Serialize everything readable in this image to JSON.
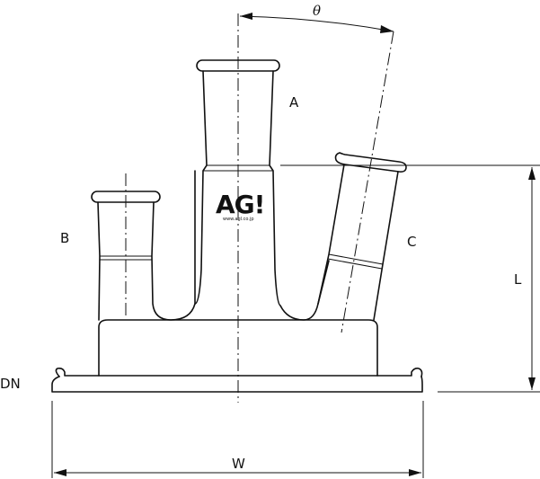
{
  "labels": {
    "theta": "θ",
    "a": "A",
    "b": "B",
    "c": "C",
    "l": "L",
    "dn": "DN",
    "w": "W"
  },
  "logo": {
    "main": "AG!",
    "sub": "www.agl.co.jp"
  }
}
